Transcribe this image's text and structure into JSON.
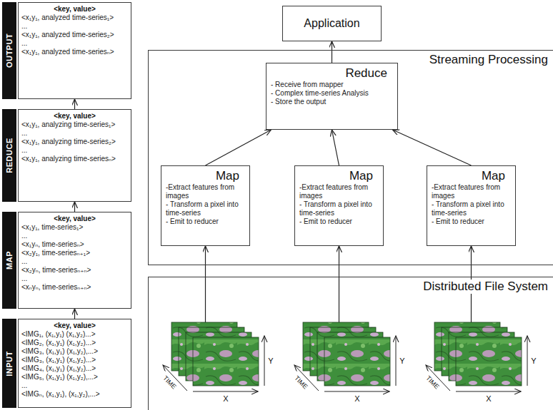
{
  "diagram": {
    "nodes": [
      {
        "text": [
          "OUTPUT",
          "<key, value>",
          "<x₁y₁, analyzed time-series₁>",
          "...",
          "<x₁y₁, analyzed time-series₂>",
          "...",
          "<x₁y₁, analyzed time-seriesₙ>"
        ]
      },
      {
        "text": [
          "REDUCE",
          "<key, value>",
          "<x₁y₁, analyzing time-series₁>",
          "...",
          "<x₁y₁, analyzing time-series₂>",
          "...",
          "<x₁y₁, analyzing time-seriesₙ>"
        ]
      },
      {
        "text": [
          "MAP",
          "<key, value>",
          "<x₁y₁, time-series₁>",
          "...",
          "<x₁yₙ, time-seriesₙ>",
          "<x₂y₁, time-seriesₙ₊₁>",
          "...",
          "<x₂yₙ, time-seriesₙ₊ₙ>",
          "...",
          "<xₙyₙ, time-seriesₙ₊ₙ>"
        ]
      },
      {
        "text": [
          "INPUT",
          "<key, value>",
          "<IMG₁, (x₁,y₁) (x₁,y₂)...>",
          "<IMG₂, (x₁,y₁) (x₁,y₂)...>",
          "<IMG₃, (x₁,y₁) (x₁,y₂),...>",
          "<IMG₃, (x₁,y₁) (x₁,y₂)...>",
          "<IMG₄, (x₁,y₁) (x₁,y₂)...>",
          "<IMG₅, (x₁,y₁) (x₁,y₂),...>",
          "...",
          "<IMGₙ, (x₁,y₁), (x₁,y₂),...>"
        ]
      },
      {
        "text": [
          "Application"
        ]
      },
      {
        "text": [
          "Streaming Processing"
        ]
      },
      {
        "text": [
          "Reduce",
          "- Receive from mapper",
          "- Complex time-series Analysis",
          "- Store the output"
        ],
        "in": 5
      },
      {
        "text": [
          "Map",
          "-Extract features from images",
          "- Transform a pixel into time-series",
          "- Emit to reducer"
        ],
        "in": 5
      },
      {
        "text": [
          "Map",
          "-Extract features from images",
          "- Transform a pixel into time-series",
          "- Emit to reducer"
        ],
        "in": 5
      },
      {
        "text": [
          "Map",
          "-Extract features from images",
          "- Transform a pixel into time-series",
          "- Emit to reducer"
        ],
        "in": 5
      },
      {
        "text": [
          "Distributed File System"
        ]
      }
    ],
    "edges": [
      {
        "from": 3,
        "to": 2,
        "arrow": "to"
      },
      {
        "from": 2,
        "to": 1,
        "arrow": "to"
      },
      {
        "from": 1,
        "to": 0,
        "arrow": "to"
      },
      {
        "from": 7,
        "to": 6,
        "arrow": "to"
      },
      {
        "from": 8,
        "to": 6,
        "arrow": "to"
      },
      {
        "from": 9,
        "to": 6,
        "arrow": "to"
      },
      {
        "from": 6,
        "to": 4,
        "arrow": "to"
      },
      {
        "from": 10,
        "to": 7,
        "arrow": "to"
      },
      {
        "from": 10,
        "to": 8,
        "arrow": "to"
      },
      {
        "from": 10,
        "to": 9,
        "arrow": "to"
      }
    ],
    "labels": [
      "TIME",
      "X",
      "Y",
      "TIME",
      "X",
      "Y",
      "TIME",
      "X",
      "Y"
    ]
  }
}
